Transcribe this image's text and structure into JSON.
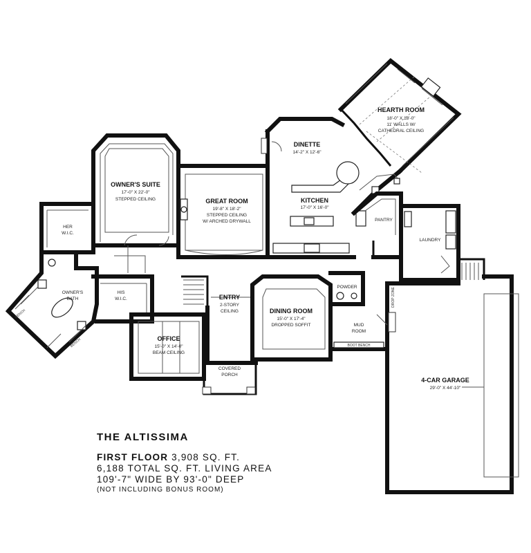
{
  "rooms": {
    "hearth_room": {
      "name": "HEARTH ROOM",
      "lines": [
        "18'-0\" X 18'-0\"",
        "11' WALLS W/",
        "CATHEDRAL CEILING"
      ]
    },
    "dinette": {
      "name": "DINETTE",
      "lines": [
        "14'-2\" X 12'-6\""
      ]
    },
    "kitchen": {
      "name": "KITCHEN",
      "lines": [
        "17'-0\" X 16'-0\""
      ]
    },
    "owners_suite": {
      "name": "OWNER'S SUITE",
      "lines": [
        "17'-0\" X 22'-0\"",
        "STEPPED CEILING"
      ]
    },
    "great_room": {
      "name": "GREAT ROOM",
      "lines": [
        "19'-8\" X 18'-2\"",
        "STEPPED CEILING",
        "W/ ARCHED DRYWALL"
      ]
    },
    "her_wic": {
      "name": "HER",
      "lines": [
        "W.I.C."
      ]
    },
    "his_wic": {
      "name": "HIS",
      "lines": [
        "W.I.C."
      ]
    },
    "owners_bath": {
      "name": "OWNER'S",
      "lines": [
        "BATH"
      ]
    },
    "pantry": {
      "name": "PANTRY"
    },
    "laundry": {
      "name": "LAUNDRY"
    },
    "powder": {
      "name": "POWDER"
    },
    "mud_room": {
      "name": "MUD",
      "lines": [
        "ROOM"
      ]
    },
    "boot_bench": {
      "name": "BOOT BENCH"
    },
    "drop_zone": {
      "name": "DROP ZONE"
    },
    "entry": {
      "name": "ENTRY",
      "lines": [
        "2-STORY",
        "CEILING"
      ]
    },
    "dining_room": {
      "name": "DINING ROOM",
      "lines": [
        "15'-0\" X 17'-4\"",
        "DROPPED SOFFIT"
      ]
    },
    "office": {
      "name": "OFFICE",
      "lines": [
        "15'-0\" X 14'-0\"",
        "BEAM CEILING"
      ]
    },
    "covered_porch": {
      "name": "COVERED",
      "lines": [
        "PORCH"
      ]
    },
    "garage": {
      "name": "4-CAR GARAGE",
      "lines": [
        "29'-0\" X 44'-10\""
      ]
    },
    "bench_1": {
      "name": "BENCH"
    },
    "bench_2": {
      "name": "BENCH"
    }
  },
  "caption": {
    "title": "THE ALTISSIMA",
    "floor_label": "FIRST FLOOR",
    "floor_area": "3,908 SQ. FT.",
    "total_area": "6,188 TOTAL SQ. FT. LIVING AREA",
    "dimensions": "109'-7\" WIDE BY 93'-0\" DEEP",
    "note": "(NOT INCLUDING BONUS ROOM)"
  }
}
